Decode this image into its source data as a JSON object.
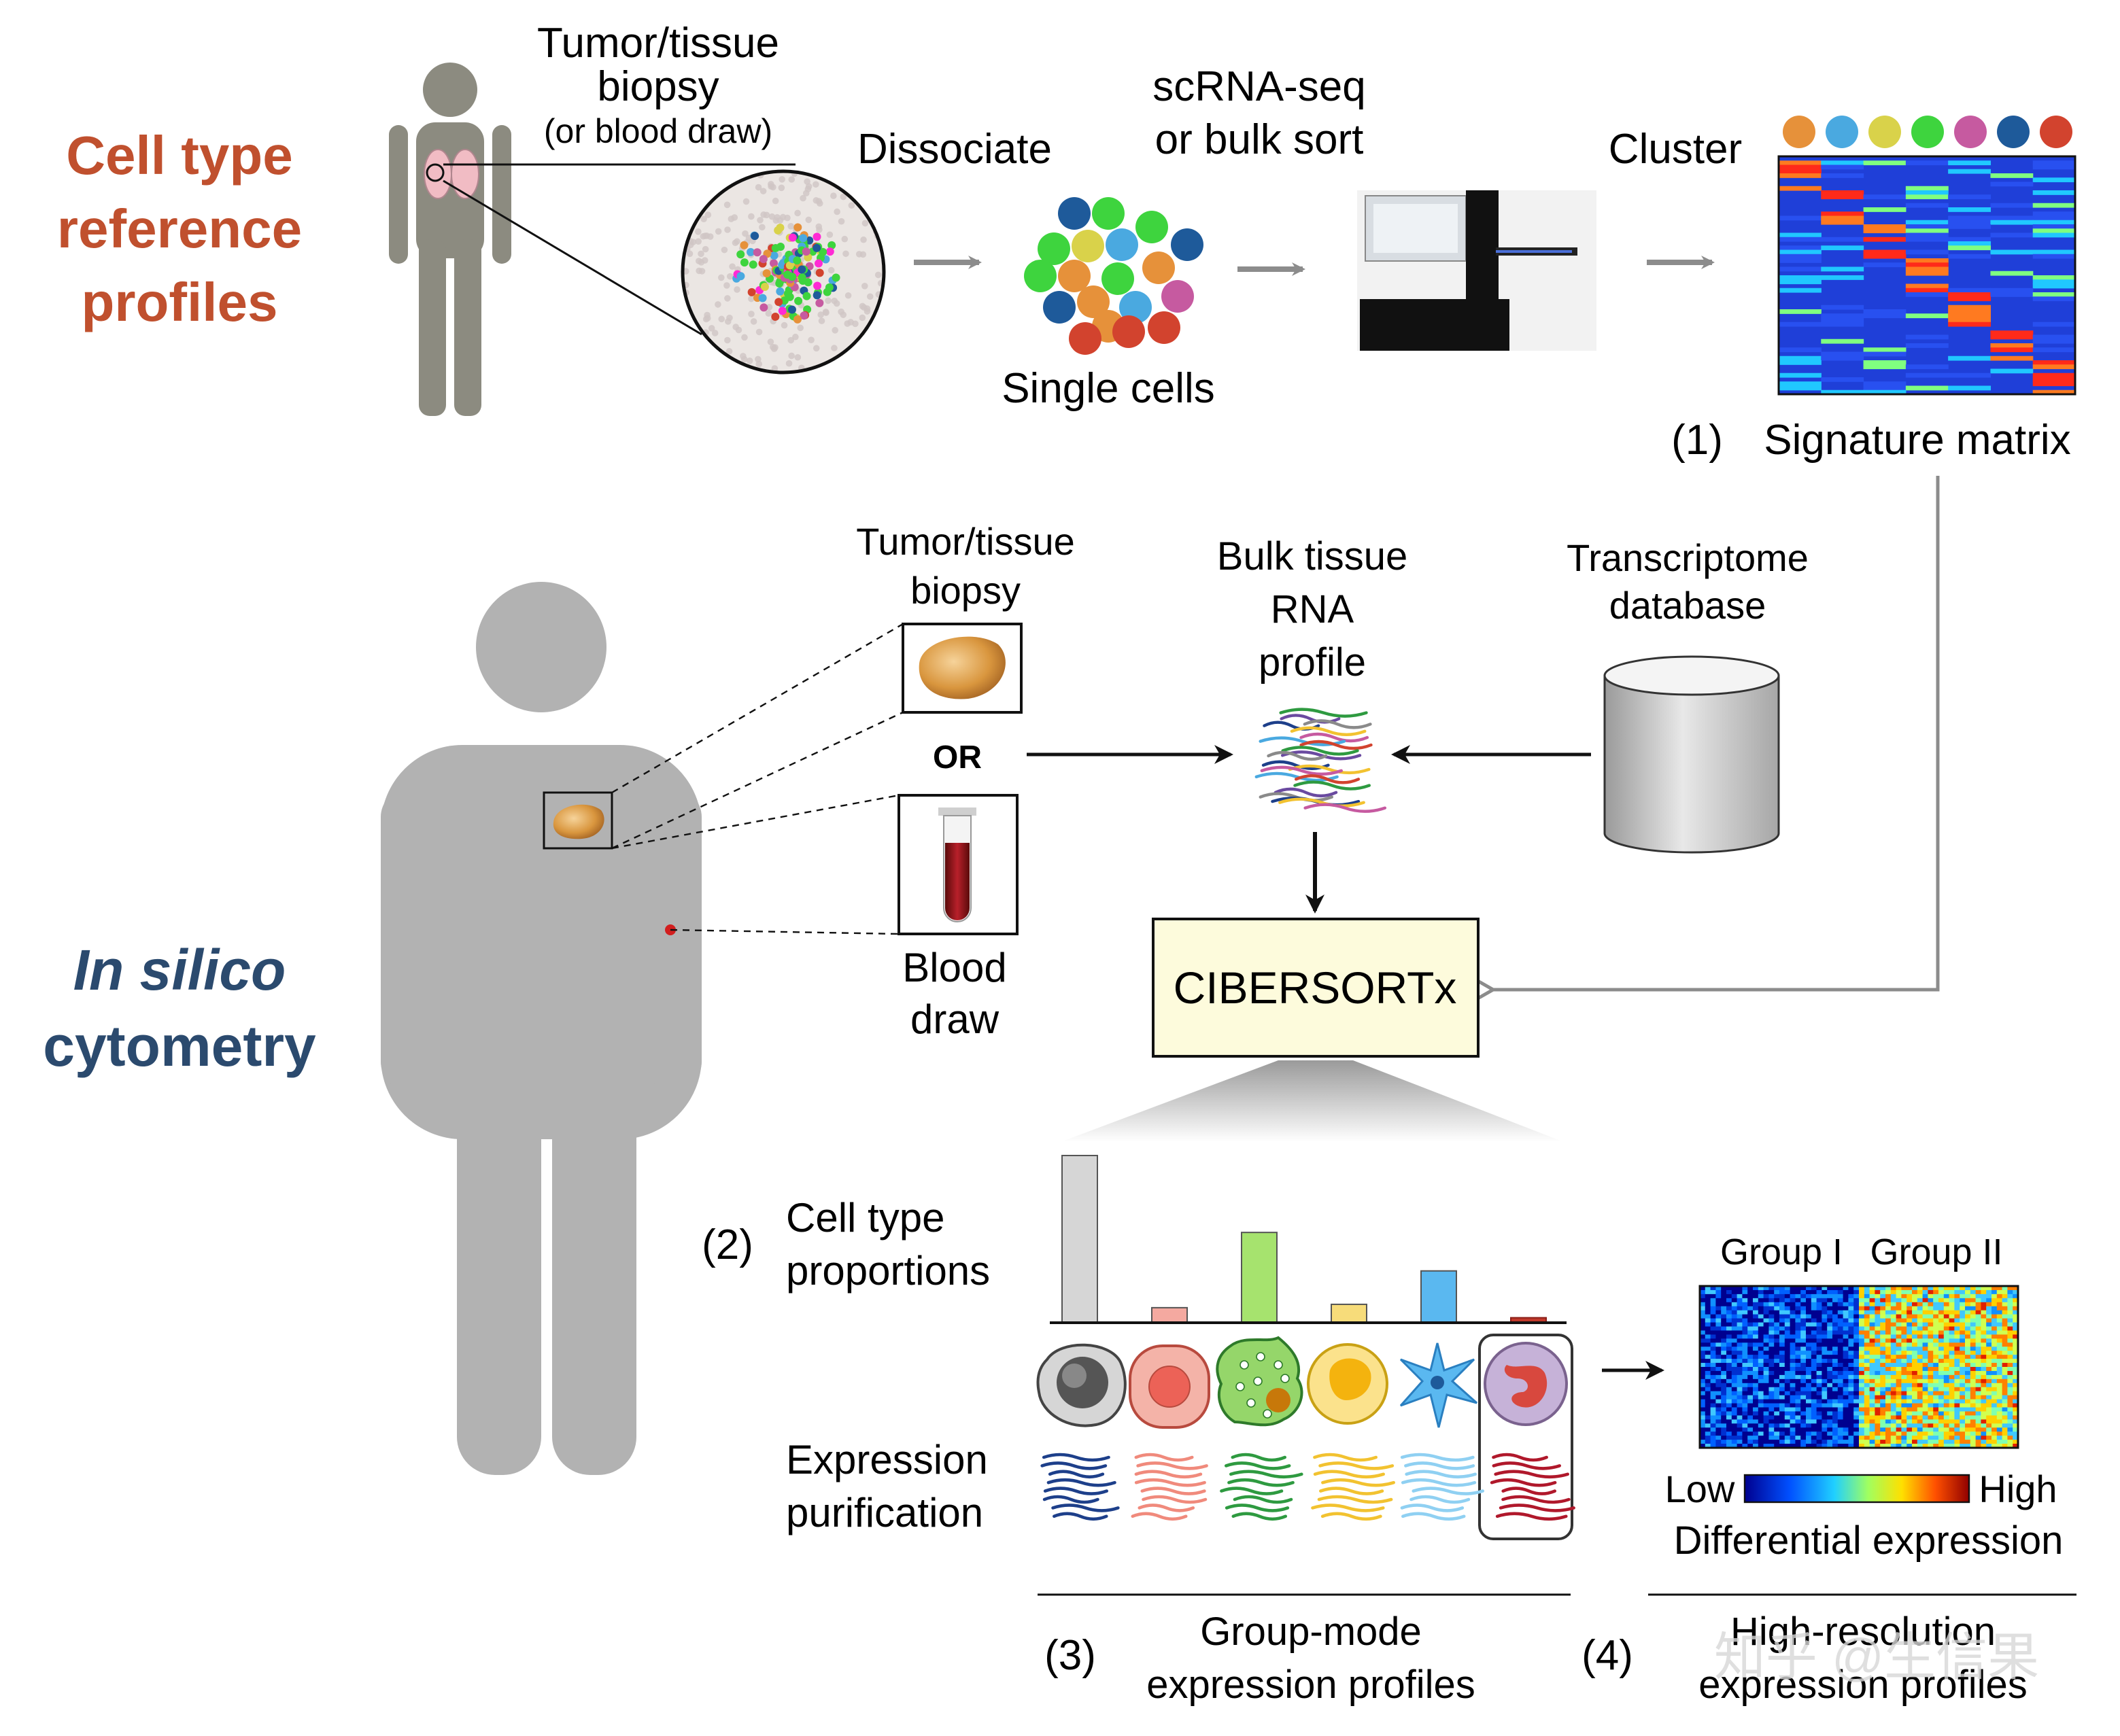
{
  "sections": {
    "reference": {
      "lines": [
        "Cell type",
        "reference",
        "profiles"
      ],
      "color": "#c0502e"
    },
    "cytometry": {
      "line1": "In silico",
      "line2": "cytometry",
      "color": "#2b4a6e"
    }
  },
  "top": {
    "biopsy_line1": "Tumor/tissue",
    "biopsy_line2": "biopsy",
    "biopsy_line3": "(or blood draw)",
    "dissociate": "Dissociate",
    "single_cells": "Single cells",
    "seq_line1": "scRNA-seq",
    "seq_line2": "or bulk sort",
    "cluster": "Cluster",
    "signature_num": "(1)",
    "signature_label": "Signature matrix",
    "cluster_colors": [
      "#e6913a",
      "#4aa9e0",
      "#d9d24a",
      "#3ed43e",
      "#c65aa0",
      "#1e5a9a",
      "#d2432e"
    ]
  },
  "middle": {
    "biopsy_line1": "Tumor/tissue",
    "biopsy_line2": "biopsy",
    "or": "OR",
    "blood_line1": "Blood",
    "blood_line2": "draw",
    "bulk_lines": [
      "Bulk tissue",
      "RNA",
      "profile"
    ],
    "db_line1": "Transcriptome",
    "db_line2": "database",
    "cibersort": "CIBERSORTx"
  },
  "bottom": {
    "props_num": "(2)",
    "props_line1": "Cell type",
    "props_line2": "proportions",
    "purif_line1": "Expression",
    "purif_line2": "purification",
    "group_num": "(3)",
    "group_line1": "Group-mode",
    "group_line2": "expression profiles",
    "hires_num": "(4)",
    "hires_line1": "High-resolution",
    "hires_line2": "expression profiles",
    "group1": "Group I",
    "group2": "Group II",
    "low": "Low",
    "high": "High",
    "diff_expr": "Differential expression",
    "watermark": "知乎 @生信果"
  },
  "chart_data": {
    "type": "bar",
    "categories": [
      "gray cell",
      "red cell",
      "green cell",
      "yellow cell",
      "blue cell",
      "purple cell"
    ],
    "values": [
      1.0,
      0.09,
      0.54,
      0.11,
      0.31,
      0.03
    ],
    "colors": [
      "#d6d6d6",
      "#f4a9a0",
      "#a6e36e",
      "#f7dc7a",
      "#5ab8f0",
      "#c0392b"
    ],
    "line_colors": [
      "#1d3f8a",
      "#f08a7c",
      "#2e9a40",
      "#f2c230",
      "#8fd0f2",
      "#b0182b"
    ],
    "title": "",
    "xlabel": "",
    "ylabel": ""
  }
}
